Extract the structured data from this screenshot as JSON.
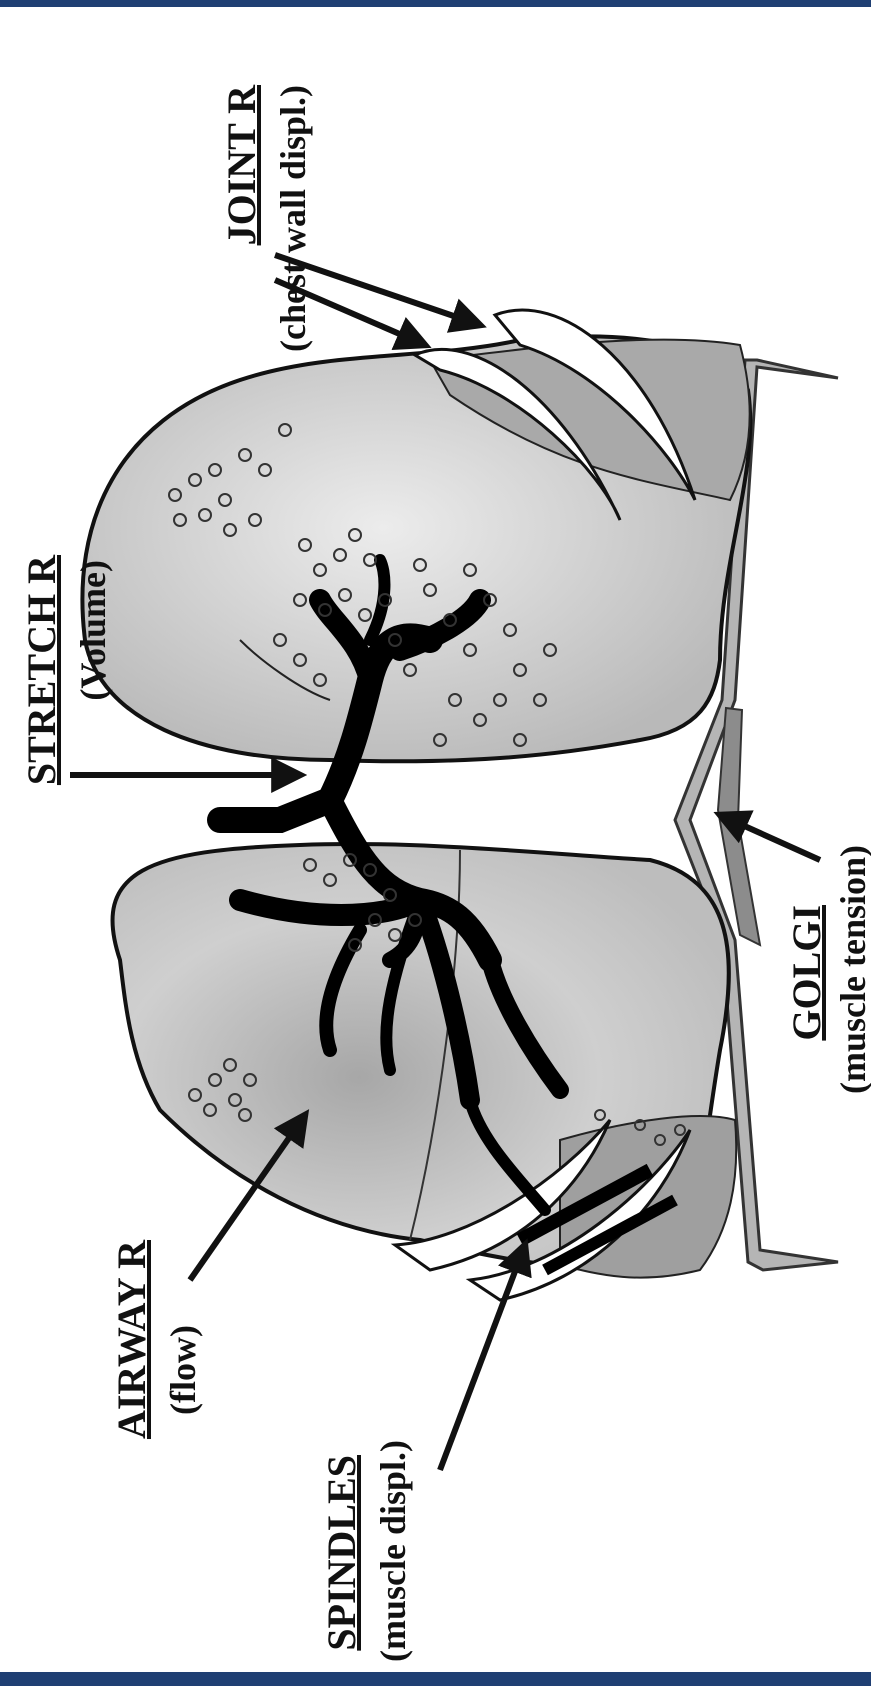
{
  "labels": {
    "joint": {
      "title": "JOINT R",
      "subtitle": "(chest wall displ.)"
    },
    "stretch": {
      "title": "STRETCH R",
      "subtitle": "(Volume)"
    },
    "golgi": {
      "title": "GOLGI",
      "subtitle": "(muscle tension)"
    },
    "airway": {
      "title": "AIRWAY R",
      "subtitle": "(flow)"
    },
    "spindles": {
      "title": "SPINDLES",
      "subtitle": "(muscle displ.)"
    }
  },
  "colors": {
    "frame": "#1f3f73",
    "lung_fill": "#c9c9c9",
    "lung_light": "#e6e6e6",
    "lobe_dark": "#9f9f9f",
    "airway": "#000000",
    "diaphragm": "#b5b5b5",
    "rib": "#ffffff"
  }
}
